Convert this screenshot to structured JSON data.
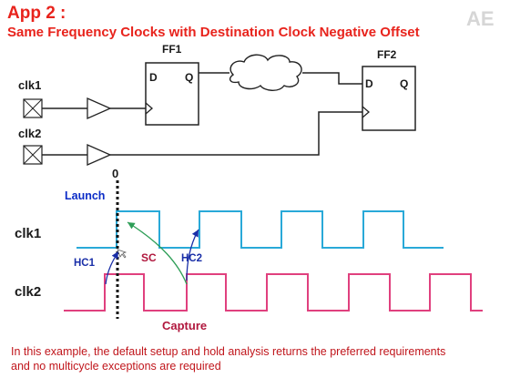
{
  "title": "App 2 :",
  "subtitle": "Same Frequency Clocks with Destination Clock Negative Offset",
  "logo_text": "AE",
  "circuit": {
    "ff1_label": "FF1",
    "ff2_label": "FF2",
    "d_pin": "D",
    "q_pin": "Q",
    "clk1_label": "clk1",
    "clk2_label": "clk2"
  },
  "timing": {
    "zero_label": "0",
    "launch_label": "Launch",
    "capture_label": "Capture",
    "clk1_label": "clk1",
    "clk2_label": "clk2",
    "sc_label": "SC",
    "hc1_label": "HC1",
    "hc2_label": "HC2"
  },
  "footer": {
    "line1": "In this example, the default setup and hold analysis returns the preferred requirements",
    "line2": "and no multicycle exceptions are required"
  },
  "colors": {
    "title": "#e8231c",
    "clk1_wave": "#29a9d8",
    "clk2_wave": "#e0407e",
    "launch": "#0b2cc7",
    "capture": "#b0173d",
    "sc_arrow": "#2e9e57",
    "hc_arrow": "#1a2fa8",
    "footer": "#c0151b"
  }
}
